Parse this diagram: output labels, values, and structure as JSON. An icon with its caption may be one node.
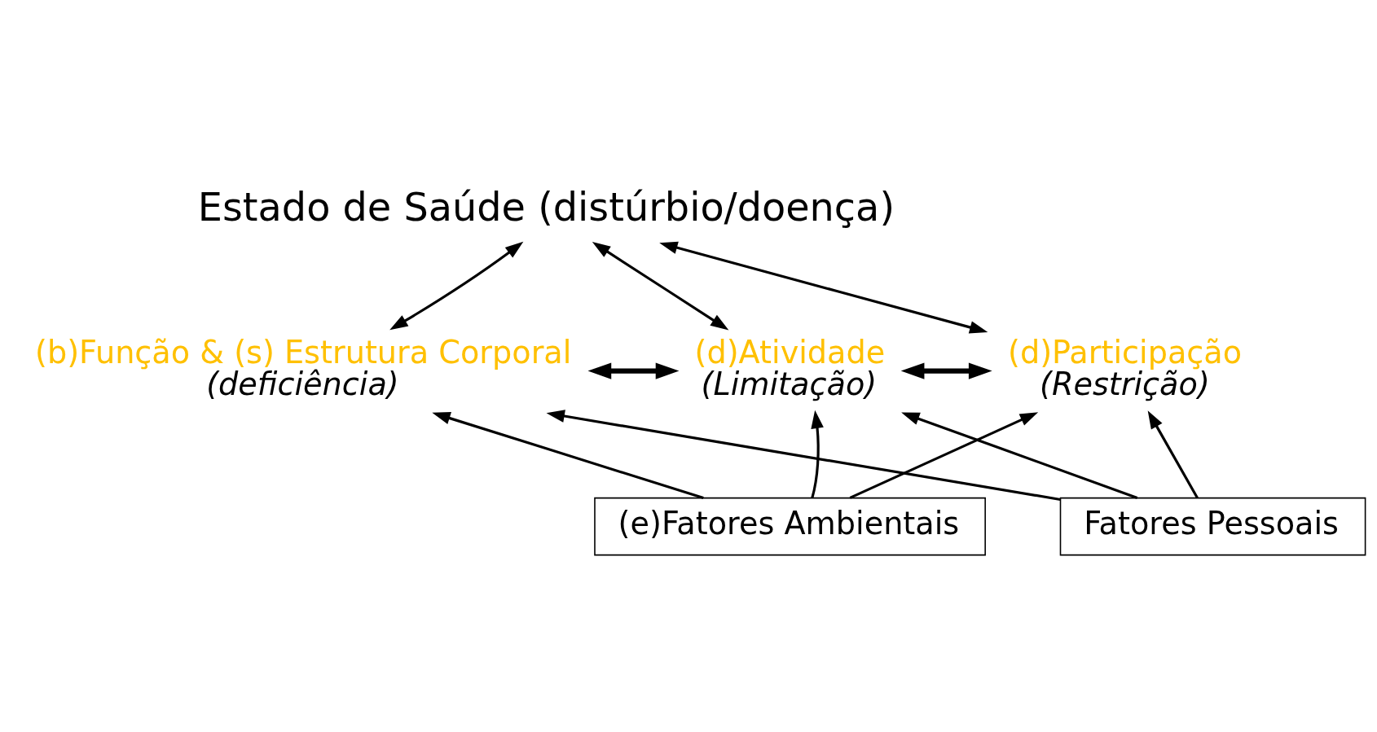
{
  "diagram": {
    "nodes": [
      {
        "text": [
          "Estado de Saúde (distúrbio/doença)"
        ]
      },
      {
        "text": [
          "(b)Função & (s) Estrutura Corporal",
          "(deficiência)"
        ]
      },
      {
        "text": [
          "(d)Atividade",
          "(Limitação)"
        ]
      },
      {
        "text": [
          "(d)Participação",
          "(Restrição)"
        ]
      },
      {
        "text": [
          "(e)Fatores Ambientais"
        ]
      },
      {
        "text": [
          "Fatores Pessoais"
        ]
      }
    ],
    "edges": [
      {
        "from": 0,
        "to": 1,
        "arrow": "both"
      },
      {
        "from": 0,
        "to": 2,
        "arrow": "both"
      },
      {
        "from": 0,
        "to": 3,
        "arrow": "both"
      },
      {
        "from": 1,
        "to": 2,
        "arrow": "both",
        "style": "thick"
      },
      {
        "from": 2,
        "to": 3,
        "arrow": "both",
        "style": "thick"
      },
      {
        "from": 4,
        "to": 1,
        "arrow": "to"
      },
      {
        "from": 4,
        "to": 2,
        "arrow": "to"
      },
      {
        "from": 4,
        "to": 3,
        "arrow": "to"
      },
      {
        "from": 5,
        "to": 1,
        "arrow": "to"
      },
      {
        "from": 5,
        "to": 2,
        "arrow": "to"
      },
      {
        "from": 5,
        "to": 3,
        "arrow": "to"
      }
    ]
  }
}
